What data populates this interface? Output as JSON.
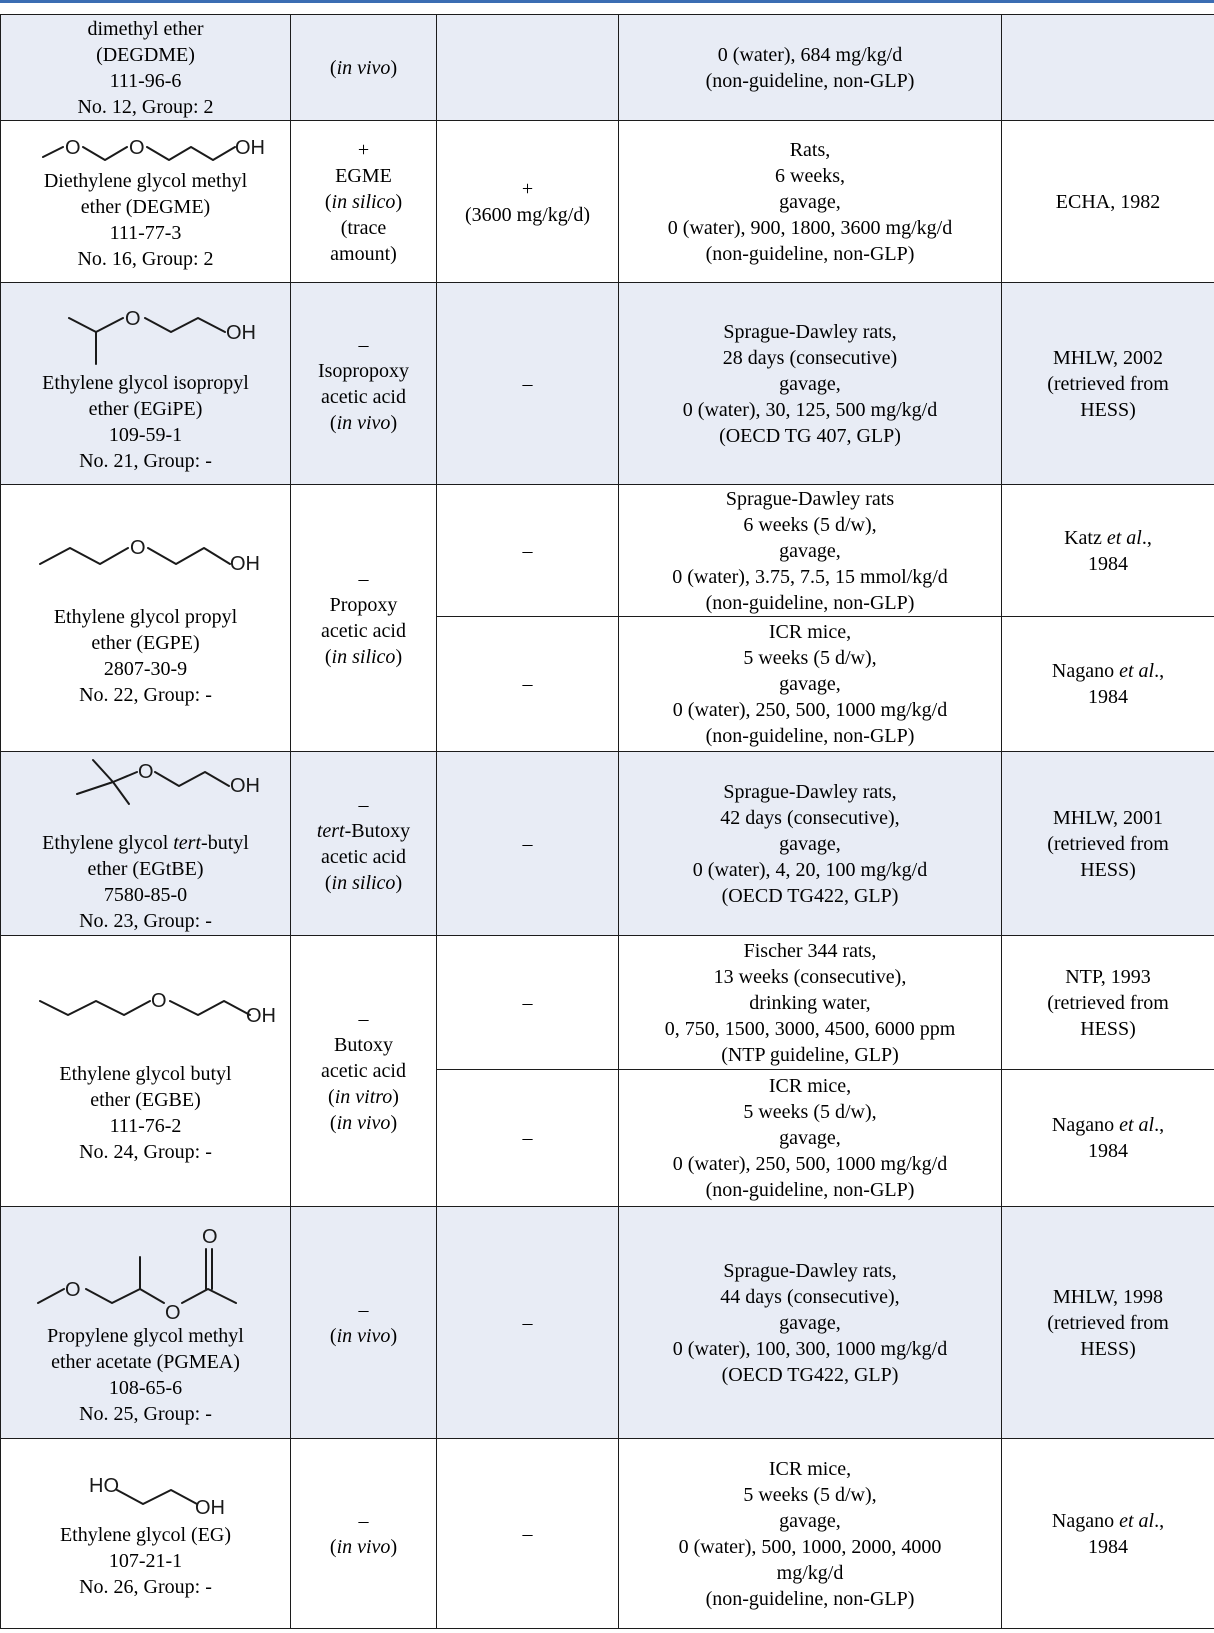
{
  "rows": [
    {
      "chemical": [
        "dimethyl ether",
        "(DEGDME)",
        "111-96-6",
        "No. 12, Group: 2"
      ],
      "metabolite": [
        [
          {
            "t": "(",
            "i": false
          },
          {
            "t": "in vivo",
            "i": true
          },
          {
            "t": ")",
            "i": false
          }
        ]
      ],
      "result": [],
      "study": [
        "0 (water), 684 mg/kg/d",
        "(non-guideline, non-GLP)"
      ],
      "reference": []
    },
    {
      "structure": "DEGME",
      "atoms": {
        "o1": "O",
        "o2": "O",
        "oh": "OH"
      },
      "chemical": [
        "Diethylene glycol methyl",
        "ether (DEGME)",
        "111-77-3",
        "No. 16, Group: 2"
      ],
      "metabolite": [
        [
          {
            "t": "+",
            "i": false
          }
        ],
        [
          {
            "t": "EGME",
            "i": false
          }
        ],
        [
          {
            "t": "(",
            "i": false
          },
          {
            "t": "in silico",
            "i": true
          },
          {
            "t": ")",
            "i": false
          }
        ],
        [
          {
            "t": "(trace",
            "i": false
          }
        ],
        [
          {
            "t": "amount)",
            "i": false
          }
        ]
      ],
      "result": [
        "+",
        "(3600 mg/kg/d)"
      ],
      "study": [
        "Rats,",
        "6 weeks,",
        "gavage,",
        "0 (water), 900, 1800, 3600 mg/kg/d",
        "(non-guideline, non-GLP)"
      ],
      "reference": [
        [
          {
            "t": "ECHA, 1982",
            "i": false
          }
        ]
      ]
    },
    {
      "structure": "EGiPE",
      "atoms": {
        "o": "O",
        "oh": "OH"
      },
      "chemical": [
        "Ethylene glycol isopropyl",
        "ether (EGiPE)",
        "109-59-1",
        "No. 21, Group: -"
      ],
      "metabolite": [
        [
          {
            "t": "–",
            "i": false
          }
        ],
        [
          {
            "t": "Isopropoxy",
            "i": false
          }
        ],
        [
          {
            "t": "acetic acid",
            "i": false
          }
        ],
        [
          {
            "t": "(",
            "i": false
          },
          {
            "t": "in vivo",
            "i": true
          },
          {
            "t": ")",
            "i": false
          }
        ]
      ],
      "result": [
        "–"
      ],
      "study": [
        "Sprague-Dawley rats,",
        "28 days (consecutive)",
        "gavage,",
        "0 (water), 30, 125, 500 mg/kg/d",
        "(OECD TG 407, GLP)"
      ],
      "reference": [
        [
          {
            "t": "MHLW, 2002",
            "i": false
          }
        ],
        [
          {
            "t": "(retrieved from",
            "i": false
          }
        ],
        [
          {
            "t": "HESS)",
            "i": false
          }
        ]
      ]
    },
    {
      "structure": "EGPE",
      "atoms": {
        "o": "O",
        "oh": "OH"
      },
      "chemical": [
        "Ethylene glycol propyl",
        "ether (EGPE)",
        "2807-30-9",
        "No. 22, Group: -"
      ],
      "metabolite": [
        [
          {
            "t": "–",
            "i": false
          }
        ],
        [
          {
            "t": "Propoxy",
            "i": false
          }
        ],
        [
          {
            "t": "acetic acid",
            "i": false
          }
        ],
        [
          {
            "t": "(",
            "i": false
          },
          {
            "t": "in silico",
            "i": true
          },
          {
            "t": ")",
            "i": false
          }
        ]
      ],
      "sub": [
        {
          "result": [
            "–"
          ],
          "study": [
            "Sprague-Dawley rats",
            "6 weeks (5 d/w),",
            "gavage,",
            "0 (water), 3.75, 7.5, 15 mmol/kg/d",
            "(non-guideline, non-GLP)"
          ],
          "reference": [
            [
              {
                "t": "Katz ",
                "i": false
              },
              {
                "t": "et al",
                "i": true
              },
              {
                "t": ".,",
                "i": false
              }
            ],
            [
              {
                "t": "1984",
                "i": false
              }
            ]
          ]
        },
        {
          "result": [
            "–"
          ],
          "study": [
            "ICR mice,",
            "5 weeks (5 d/w),",
            "gavage,",
            "0 (water), 250, 500, 1000 mg/kg/d",
            "(non-guideline, non-GLP)"
          ],
          "reference": [
            [
              {
                "t": "Nagano ",
                "i": false
              },
              {
                "t": "et al",
                "i": true
              },
              {
                "t": ".,",
                "i": false
              }
            ],
            [
              {
                "t": "1984",
                "i": false
              }
            ]
          ]
        }
      ]
    },
    {
      "structure": "EGtBE",
      "atoms": {
        "o": "O",
        "oh": "OH"
      },
      "chemical_rich": [
        [
          {
            "t": "Ethylene glycol ",
            "i": false
          },
          {
            "t": "tert",
            "i": true
          },
          {
            "t": "-butyl",
            "i": false
          }
        ],
        [
          {
            "t": "ether (EGtBE)",
            "i": false
          }
        ],
        [
          {
            "t": "7580-85-0",
            "i": false
          }
        ],
        [
          {
            "t": "No. 23, Group: -",
            "i": false
          }
        ]
      ],
      "metabolite": [
        [
          {
            "t": "–",
            "i": false
          }
        ],
        [
          {
            "t": "tert",
            "i": true
          },
          {
            "t": "-Butoxy",
            "i": false
          }
        ],
        [
          {
            "t": "acetic acid",
            "i": false
          }
        ],
        [
          {
            "t": "(",
            "i": false
          },
          {
            "t": "in silico",
            "i": true
          },
          {
            "t": ")",
            "i": false
          }
        ]
      ],
      "result": [
        "–"
      ],
      "study": [
        "Sprague-Dawley rats,",
        "42 days (consecutive),",
        "gavage,",
        "0 (water), 4, 20, 100 mg/kg/d",
        "(OECD TG422, GLP)"
      ],
      "reference": [
        [
          {
            "t": "MHLW, 2001",
            "i": false
          }
        ],
        [
          {
            "t": "(retrieved from",
            "i": false
          }
        ],
        [
          {
            "t": "HESS)",
            "i": false
          }
        ]
      ]
    },
    {
      "structure": "EGBE",
      "atoms": {
        "o": "O",
        "oh": "OH"
      },
      "chemical": [
        "Ethylene glycol butyl",
        "ether (EGBE)",
        "111-76-2",
        "No. 24, Group: -"
      ],
      "metabolite": [
        [
          {
            "t": "–",
            "i": false
          }
        ],
        [
          {
            "t": "Butoxy",
            "i": false
          }
        ],
        [
          {
            "t": "acetic acid",
            "i": false
          }
        ],
        [
          {
            "t": "(",
            "i": false
          },
          {
            "t": "in vitro",
            "i": true
          },
          {
            "t": ")",
            "i": false
          }
        ],
        [
          {
            "t": "(",
            "i": false
          },
          {
            "t": "in vivo",
            "i": true
          },
          {
            "t": ")",
            "i": false
          }
        ]
      ],
      "sub": [
        {
          "result": [
            "–"
          ],
          "study": [
            "Fischer 344 rats,",
            "13 weeks (consecutive),",
            "drinking water,",
            "0, 750, 1500, 3000, 4500, 6000 ppm",
            "(NTP guideline, GLP)"
          ],
          "reference": [
            [
              {
                "t": "NTP, 1993",
                "i": false
              }
            ],
            [
              {
                "t": "(retrieved from",
                "i": false
              }
            ],
            [
              {
                "t": "HESS)",
                "i": false
              }
            ]
          ]
        },
        {
          "result": [
            "–"
          ],
          "study": [
            "ICR mice,",
            "5 weeks (5 d/w),",
            "gavage,",
            "0 (water), 250, 500, 1000 mg/kg/d",
            "(non-guideline, non-GLP)"
          ],
          "reference": [
            [
              {
                "t": "Nagano ",
                "i": false
              },
              {
                "t": "et al",
                "i": true
              },
              {
                "t": ".,",
                "i": false
              }
            ],
            [
              {
                "t": "1984",
                "i": false
              }
            ]
          ]
        }
      ]
    },
    {
      "structure": "PGMEA",
      "atoms": {
        "o1": "O",
        "o2": "O",
        "o3": "O"
      },
      "chemical": [
        "Propylene glycol methyl",
        "ether acetate (PGMEA)",
        "108-65-6",
        "No. 25, Group: -"
      ],
      "metabolite": [
        [
          {
            "t": "–",
            "i": false
          }
        ],
        [
          {
            "t": "(",
            "i": false
          },
          {
            "t": "in vivo",
            "i": true
          },
          {
            "t": ")",
            "i": false
          }
        ]
      ],
      "result": [
        "–"
      ],
      "study": [
        "Sprague-Dawley rats,",
        "44 days (consecutive),",
        "gavage,",
        "0 (water), 100, 300, 1000 mg/kg/d",
        "(OECD TG422, GLP)"
      ],
      "reference": [
        [
          {
            "t": "MHLW, 1998",
            "i": false
          }
        ],
        [
          {
            "t": "(retrieved from",
            "i": false
          }
        ],
        [
          {
            "t": "HESS)",
            "i": false
          }
        ]
      ]
    },
    {
      "structure": "EG",
      "atoms": {
        "ho": "HO",
        "oh": "OH"
      },
      "chemical": [
        "Ethylene glycol (EG)",
        "107-21-1",
        "No. 26, Group: -"
      ],
      "metabolite": [
        [
          {
            "t": "–",
            "i": false
          }
        ],
        [
          {
            "t": "(",
            "i": false
          },
          {
            "t": "in vivo",
            "i": true
          },
          {
            "t": ")",
            "i": false
          }
        ]
      ],
      "result": [
        "–"
      ],
      "study": [
        "ICR mice,",
        "5 weeks (5 d/w),",
        "gavage,",
        "0 (water), 500, 1000, 2000, 4000",
        "mg/kg/d",
        "(non-guideline, non-GLP)"
      ],
      "reference": [
        [
          {
            "t": "Nagano ",
            "i": false
          },
          {
            "t": "et al",
            "i": true
          },
          {
            "t": ".,",
            "i": false
          }
        ],
        [
          {
            "t": "1984",
            "i": false
          }
        ]
      ]
    }
  ]
}
